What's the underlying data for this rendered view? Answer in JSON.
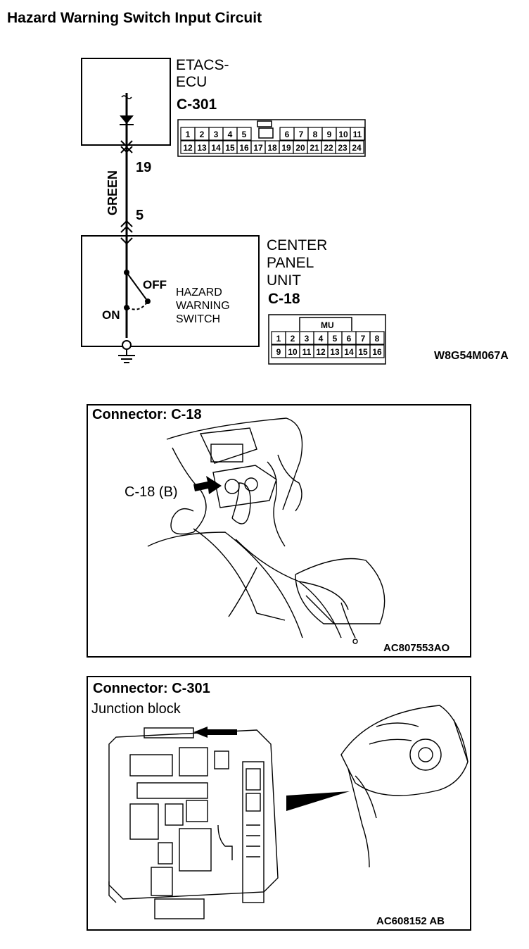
{
  "title": "Hazard Warning Switch Input Circuit",
  "colors": {
    "line": "#000000",
    "background": "#ffffff"
  },
  "ecu": {
    "name_line1": "ETACS-",
    "name_line2": "ECU",
    "connector": "C-301",
    "pins_top": [
      "1",
      "2",
      "3",
      "4",
      "5",
      "6",
      "7",
      "8",
      "9",
      "10",
      "11"
    ],
    "pins_bottom": [
      "12",
      "13",
      "14",
      "15",
      "16",
      "17",
      "18",
      "19",
      "20",
      "21",
      "22",
      "23",
      "24"
    ]
  },
  "wire": {
    "color_label": "GREEN",
    "ecu_pin": "19",
    "panel_pin": "5"
  },
  "panel_unit": {
    "name_line1": "CENTER",
    "name_line2": "PANEL",
    "name_line3": "UNIT",
    "connector": "C-18",
    "connector_tag": "MU",
    "pins_top": [
      "1",
      "2",
      "3",
      "4",
      "5",
      "6",
      "7",
      "8"
    ],
    "pins_bottom": [
      "9",
      "10",
      "11",
      "12",
      "13",
      "14",
      "15",
      "16"
    ]
  },
  "switch": {
    "off_label": "OFF",
    "on_label": "ON",
    "name_line1": "HAZARD",
    "name_line2": "WARNING",
    "name_line3": "SWITCH"
  },
  "diagram_code": "W8G54M067A",
  "connector_c18_view": {
    "title": "Connector: C-18",
    "callout": "C-18 (B)",
    "code": "AC807553AO"
  },
  "connector_c301_view": {
    "title": "Connector: C-301",
    "subtitle": "Junction block",
    "code": "AC608152 AB"
  }
}
